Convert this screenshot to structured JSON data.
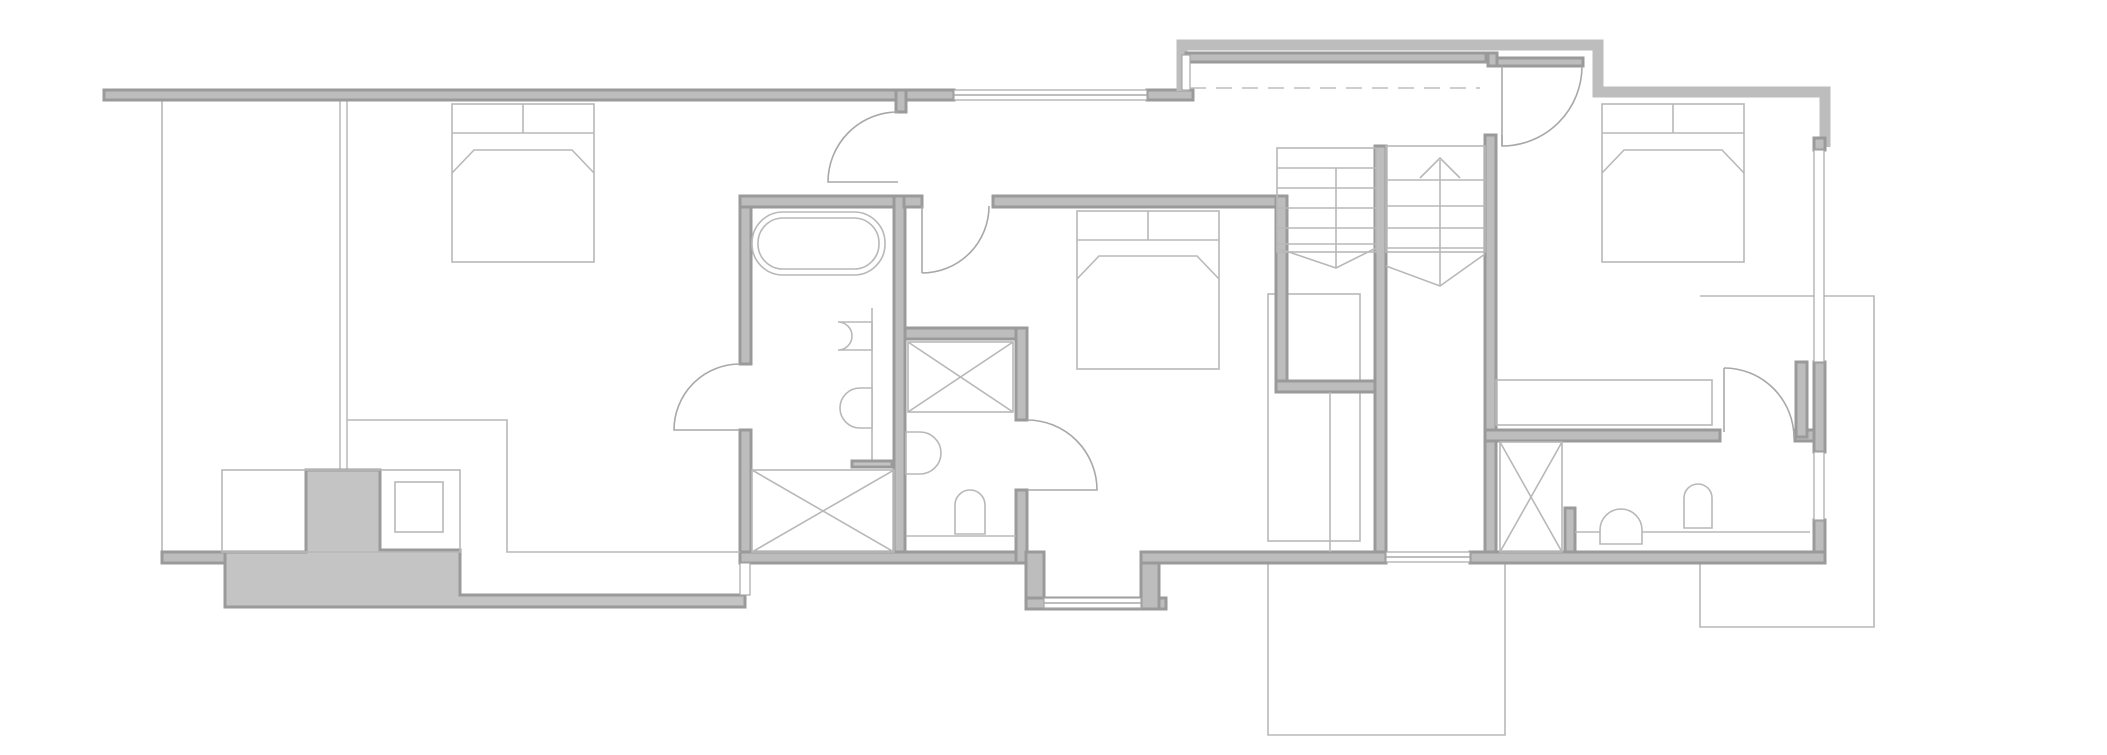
{
  "plan": {
    "wall_color": "#bdbdbd",
    "line_color": "#b8b8b8",
    "background": "#ffffff"
  },
  "rooms": [
    {
      "id": "bedroom-west",
      "fixtures": [
        "double-bed",
        "fireplace",
        "sofa-bench"
      ]
    },
    {
      "id": "bathroom-main",
      "fixtures": [
        "bathtub",
        "washbasin",
        "toilet",
        "shower"
      ]
    },
    {
      "id": "bedroom-middle",
      "fixtures": [
        "double-bed"
      ]
    },
    {
      "id": "ensuite-middle",
      "fixtures": [
        "shower",
        "toilet"
      ]
    },
    {
      "id": "stair-hall",
      "fixtures": [
        "staircase",
        "up-arrow"
      ]
    },
    {
      "id": "bedroom-east",
      "fixtures": [
        "double-bed",
        "wardrobe"
      ]
    },
    {
      "id": "ensuite-east",
      "fixtures": [
        "shower",
        "washbasin",
        "toilet"
      ]
    }
  ],
  "icons": [
    "stair-up-arrow-icon",
    "door-swing-icon",
    "window-icon"
  ]
}
